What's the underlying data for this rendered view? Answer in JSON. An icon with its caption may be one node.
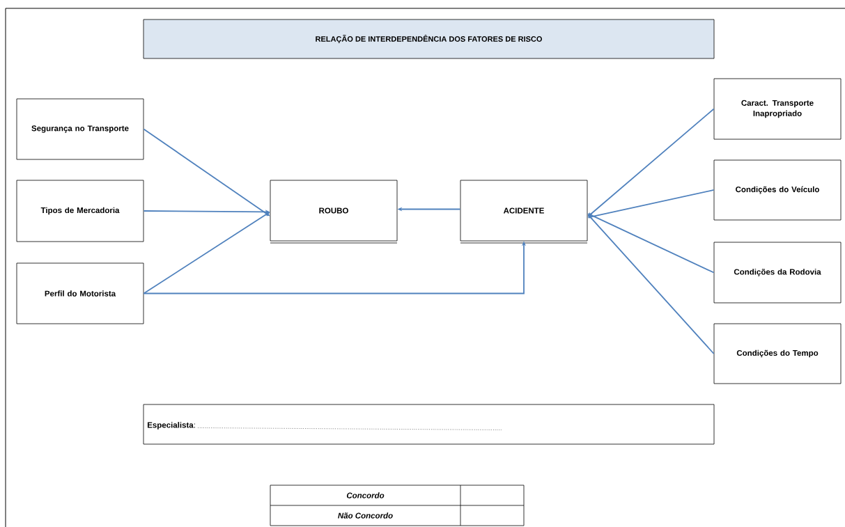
{
  "diagram": {
    "title": "RELAÇÃO DE INTERDEPENDÊNCIA DOS FATORES DE RISCO",
    "nodes": [
      {
        "text": [
          "Segurança no Transporte"
        ]
      },
      {
        "text": [
          "Tipos de Mercadoria"
        ]
      },
      {
        "text": [
          "Perfil do Motorista"
        ]
      },
      {
        "text": [
          "ROUBO"
        ]
      },
      {
        "text": [
          "ACIDENTE"
        ]
      },
      {
        "text": [
          "Caract. Transporte Inapropriado"
        ]
      },
      {
        "text": [
          "Condições do Veículo"
        ]
      },
      {
        "text": [
          "Condições da Rodovia"
        ]
      },
      {
        "text": [
          "Condições do Tempo"
        ]
      },
      {
        "text": [
          "**Especialista**:"
        ]
      }
    ],
    "edges": [
      {
        "from": 0,
        "to": 3,
        "arrow": "to"
      },
      {
        "from": 1,
        "to": 3,
        "arrow": "to"
      },
      {
        "from": 2,
        "to": 3,
        "arrow": "to"
      },
      {
        "from": 2,
        "to": 4,
        "arrow": "to"
      },
      {
        "from": 4,
        "to": 3,
        "arrow": "to"
      },
      {
        "from": 5,
        "to": 4,
        "arrow": "to"
      },
      {
        "from": 6,
        "to": 4,
        "arrow": "to"
      },
      {
        "from": 7,
        "to": 4,
        "arrow": "to"
      },
      {
        "from": 8,
        "to": 4,
        "arrow": "to"
      }
    ],
    "labels": [
      "Concordo",
      "Não Concordo"
    ]
  }
}
